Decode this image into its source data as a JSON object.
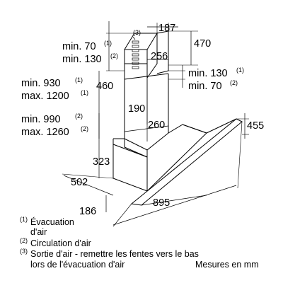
{
  "dimensions": {
    "d187": "187",
    "d470": "470",
    "d256": "256",
    "d460": "460",
    "d190": "190",
    "d260": "260",
    "d455": "455",
    "d323": "323",
    "d502": "502",
    "d895": "895",
    "d186": "186"
  },
  "labels": {
    "callout_3": "(3)",
    "left_top_l1": "min. 70",
    "left_top_l1_ref": "(1)",
    "left_top_l2": "min. 130",
    "left_top_l2_ref": "(2)",
    "left_mid_l1": "min. 930",
    "left_mid_l1_ref": "(1)",
    "left_mid_l2": "max. 1200",
    "left_mid_l2_ref": "(1)",
    "left_low_l1": "min. 990",
    "left_low_l1_ref": "(2)",
    "left_low_l2": "max. 1260",
    "left_low_l2_ref": "(2)",
    "right_l1": "min. 130",
    "right_l1_ref": "(1)",
    "right_l2": "min. 70",
    "right_l2_ref": "(2)"
  },
  "notes": {
    "n1_ref": "(1)",
    "n1_line1": "Évacuation",
    "n1_line2": "d'air",
    "n2_ref": "(2)",
    "n2_text": "Circulation d'air",
    "n3_ref": "(3)",
    "n3_line1": "Sortie d'air - remettre les fentes vers le bas",
    "n3_line2": "lors de l'évacuation d'air",
    "units": "Mesures en mm"
  }
}
